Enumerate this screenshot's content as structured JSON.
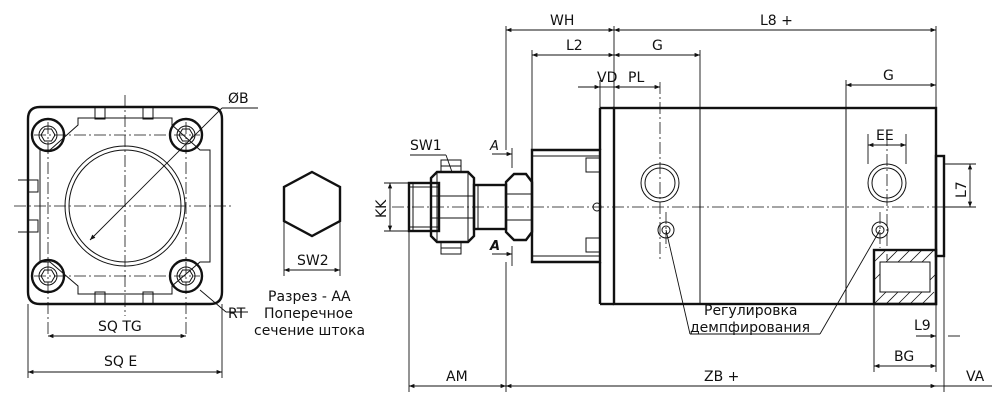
{
  "front_view": {
    "dia_label": "ØB",
    "rt_label": "RT",
    "sqtg_label": "SQ TG",
    "sqe_label": "SQ E"
  },
  "section": {
    "sw2_label": "SW2",
    "caption_line1": "Разрез - АА",
    "caption_line2": "Поперечное",
    "caption_line3": "сечение штока"
  },
  "side_view": {
    "sw1_label": "SW1",
    "kk_label": "KK",
    "a_top": "A",
    "a_bottom": "A",
    "wh_label": "WH",
    "l2_label": "L2",
    "g_left_label": "G",
    "l8_label": "L8 +",
    "vd_label": "VD",
    "pl_label": "PL",
    "g_right_label": "G",
    "ee_label": "EE",
    "l7_label": "L7",
    "l9_label": "L9",
    "bg_label": "BG",
    "am_label": "AM",
    "zb_label": "ZB +",
    "va_label": "VA",
    "note_line1": "Регулировка",
    "note_line2": "демпфирования"
  }
}
